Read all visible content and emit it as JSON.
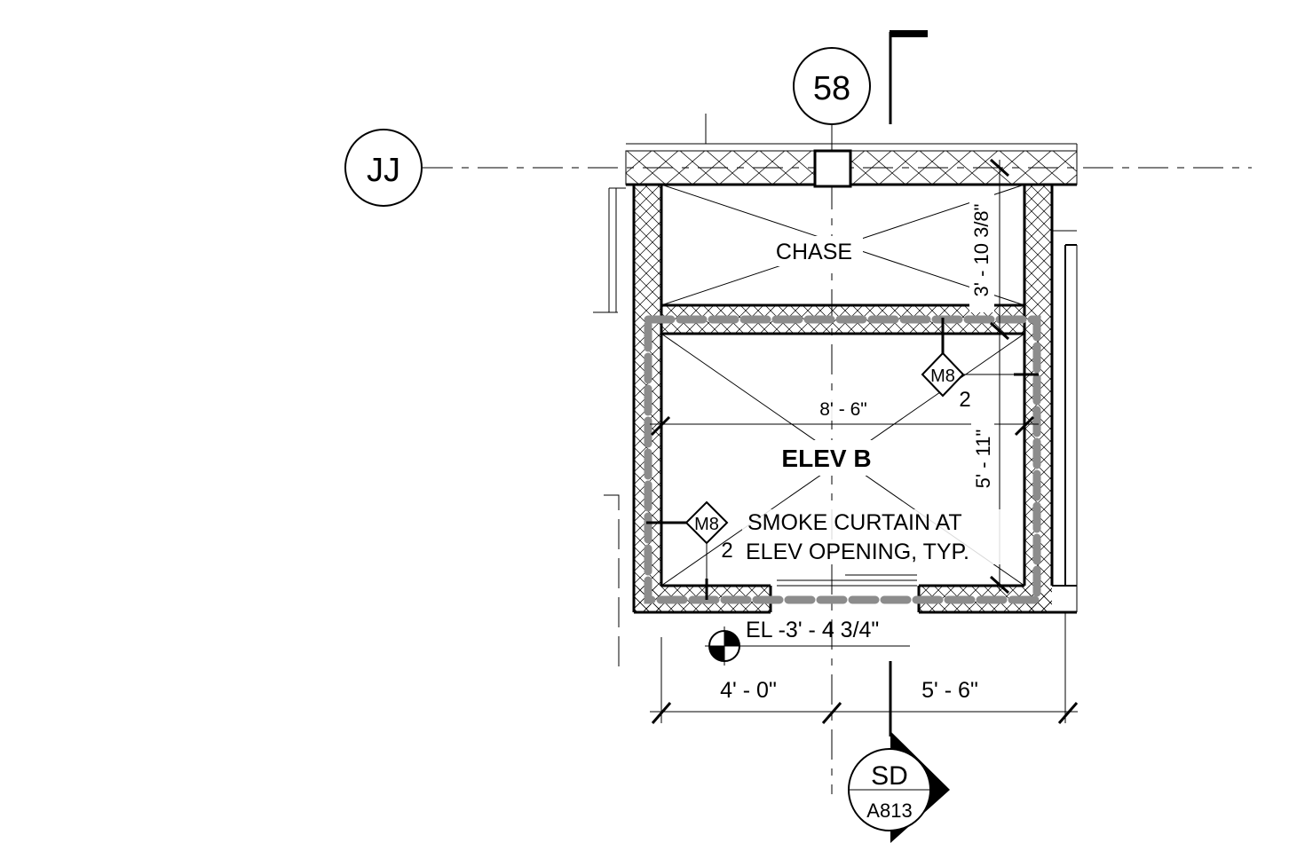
{
  "grid": {
    "column_label": "58",
    "row_label": "JJ"
  },
  "rooms": {
    "chase": "CHASE",
    "elevator": "ELEV B"
  },
  "dimensions": {
    "chase_depth": "3' - 10 3/8\"",
    "elev_width": "8' - 6\"",
    "elev_depth": "5' - 11\"",
    "left_offset": "4' - 0\"",
    "right_offset": "5' - 6\""
  },
  "tags": {
    "upper": {
      "code": "M8",
      "number": "2"
    },
    "lower": {
      "code": "M8",
      "number": "2"
    }
  },
  "notes": {
    "line1": "SMOKE CURTAIN AT",
    "line2": "ELEV OPENING, TYP."
  },
  "elevation": {
    "label": "EL -3' - 4 3/4\""
  },
  "section": {
    "id": "SD",
    "sheet": "A813"
  },
  "colors": {
    "ink": "#000000",
    "smoke_curtain": "#8c8c8c",
    "background": "#ffffff"
  }
}
